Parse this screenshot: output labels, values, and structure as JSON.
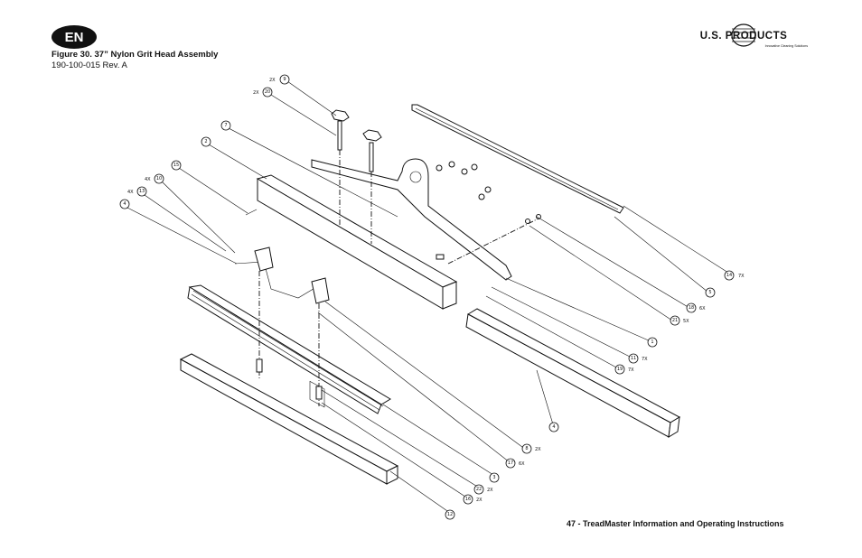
{
  "header": {
    "language_badge": "EN",
    "figure_title": "Figure 30.  37” Nylon Grit Head Assembly",
    "part_number": "190-100-015 Rev. A"
  },
  "logo": {
    "brand": "U.S. PRODUCTS",
    "tagline": "Innovative Cleaning Solutions"
  },
  "footer": {
    "page_text": "47 - TreadMaster Information and Operating Instructions"
  },
  "callouts": [
    {
      "num": "9",
      "qty": "2X"
    },
    {
      "num": "20",
      "qty": "2X"
    },
    {
      "num": "7",
      "qty": ""
    },
    {
      "num": "2",
      "qty": ""
    },
    {
      "num": "15",
      "qty": ""
    },
    {
      "num": "10",
      "qty": "4X"
    },
    {
      "num": "13",
      "qty": "4X"
    },
    {
      "num": "4",
      "qty": ""
    },
    {
      "num": "14",
      "qty": "7X"
    },
    {
      "num": "5",
      "qty": ""
    },
    {
      "num": "18",
      "qty": "6X"
    },
    {
      "num": "21",
      "qty": "5X"
    },
    {
      "num": "1",
      "qty": ""
    },
    {
      "num": "11",
      "qty": "7X"
    },
    {
      "num": "19",
      "qty": "7X"
    },
    {
      "num": "4",
      "qty": ""
    },
    {
      "num": "8",
      "qty": "2X"
    },
    {
      "num": "17",
      "qty": "6X"
    },
    {
      "num": "3",
      "qty": ""
    },
    {
      "num": "22",
      "qty": "2X"
    },
    {
      "num": "16",
      "qty": "2X"
    },
    {
      "num": "12",
      "qty": ""
    }
  ]
}
